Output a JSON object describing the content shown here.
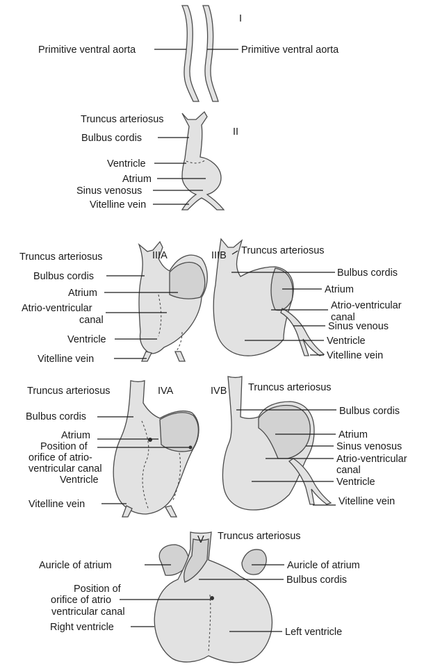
{
  "stages": {
    "s1": "I",
    "s2": "II",
    "s3a": "IIIA",
    "s3b": "IIIB",
    "s4a": "IVA",
    "s4b": "IVB",
    "s5": "V"
  },
  "labels": {
    "pva_left": "Primitive ventral aorta",
    "pva_right": "Primitive ventral aorta",
    "s2_truncus": "Truncus arteriosus",
    "s2_bulbus": "Bulbus cordis",
    "s2_ventricle": "Ventricle",
    "s2_atrium": "Atrium",
    "s2_sinus": "Sinus venosus",
    "s2_vitelline": "Vitelline vein",
    "s3a_truncus": "Truncus arteriosus",
    "s3a_bulbus": "Bulbus cordis",
    "s3a_atrium": "Atrium",
    "s3a_avcanal_1": "Atrio-ventricular",
    "s3a_avcanal_2": "canal",
    "s3a_ventricle": "Ventricle",
    "s3a_vitelline": "Vitelline vein",
    "s3b_truncus": "Truncus arteriosus",
    "s3b_bulbus": "Bulbus cordis",
    "s3b_atrium": "Atrium",
    "s3b_avcanal_1": "Atrio-ventricular",
    "s3b_avcanal_2": "canal",
    "s3b_sinus": "Sinus venous",
    "s3b_ventricle": "Ventricle",
    "s3b_vitelline": "Vitelline vein",
    "s4a_truncus": "Truncus arteriosus",
    "s4a_bulbus": "Bulbus cordis",
    "s4a_atrium": "Atrium",
    "s4a_orifice_1": "Position of",
    "s4a_orifice_2": "orifice of atrio-",
    "s4a_orifice_3": "ventricular canal",
    "s4a_ventricle": "Ventricle",
    "s4a_vitelline": "Vitelline vein",
    "s4b_truncus": "Truncus arteriosus",
    "s4b_bulbus": "Bulbus cordis",
    "s4b_atrium": "Atrium",
    "s4b_sinus": "Sinus venosus",
    "s4b_avcanal_1": "Atrio-ventricular",
    "s4b_avcanal_2": "canal",
    "s4b_ventricle": "Ventricle",
    "s4b_vitelline": "Vitelline vein",
    "s5_truncus": "Truncus arteriosus",
    "s5_auricle_left": "Auricle of atrium",
    "s5_auricle_right": "Auricle of atrium",
    "s5_bulbus": "Bulbus cordis",
    "s5_orifice_1": "Position of",
    "s5_orifice_2": "orifice of atrio",
    "s5_orifice_3": "ventricular canal",
    "s5_right_ventricle": "Right ventricle",
    "s5_left_ventricle": "Left ventricle"
  }
}
